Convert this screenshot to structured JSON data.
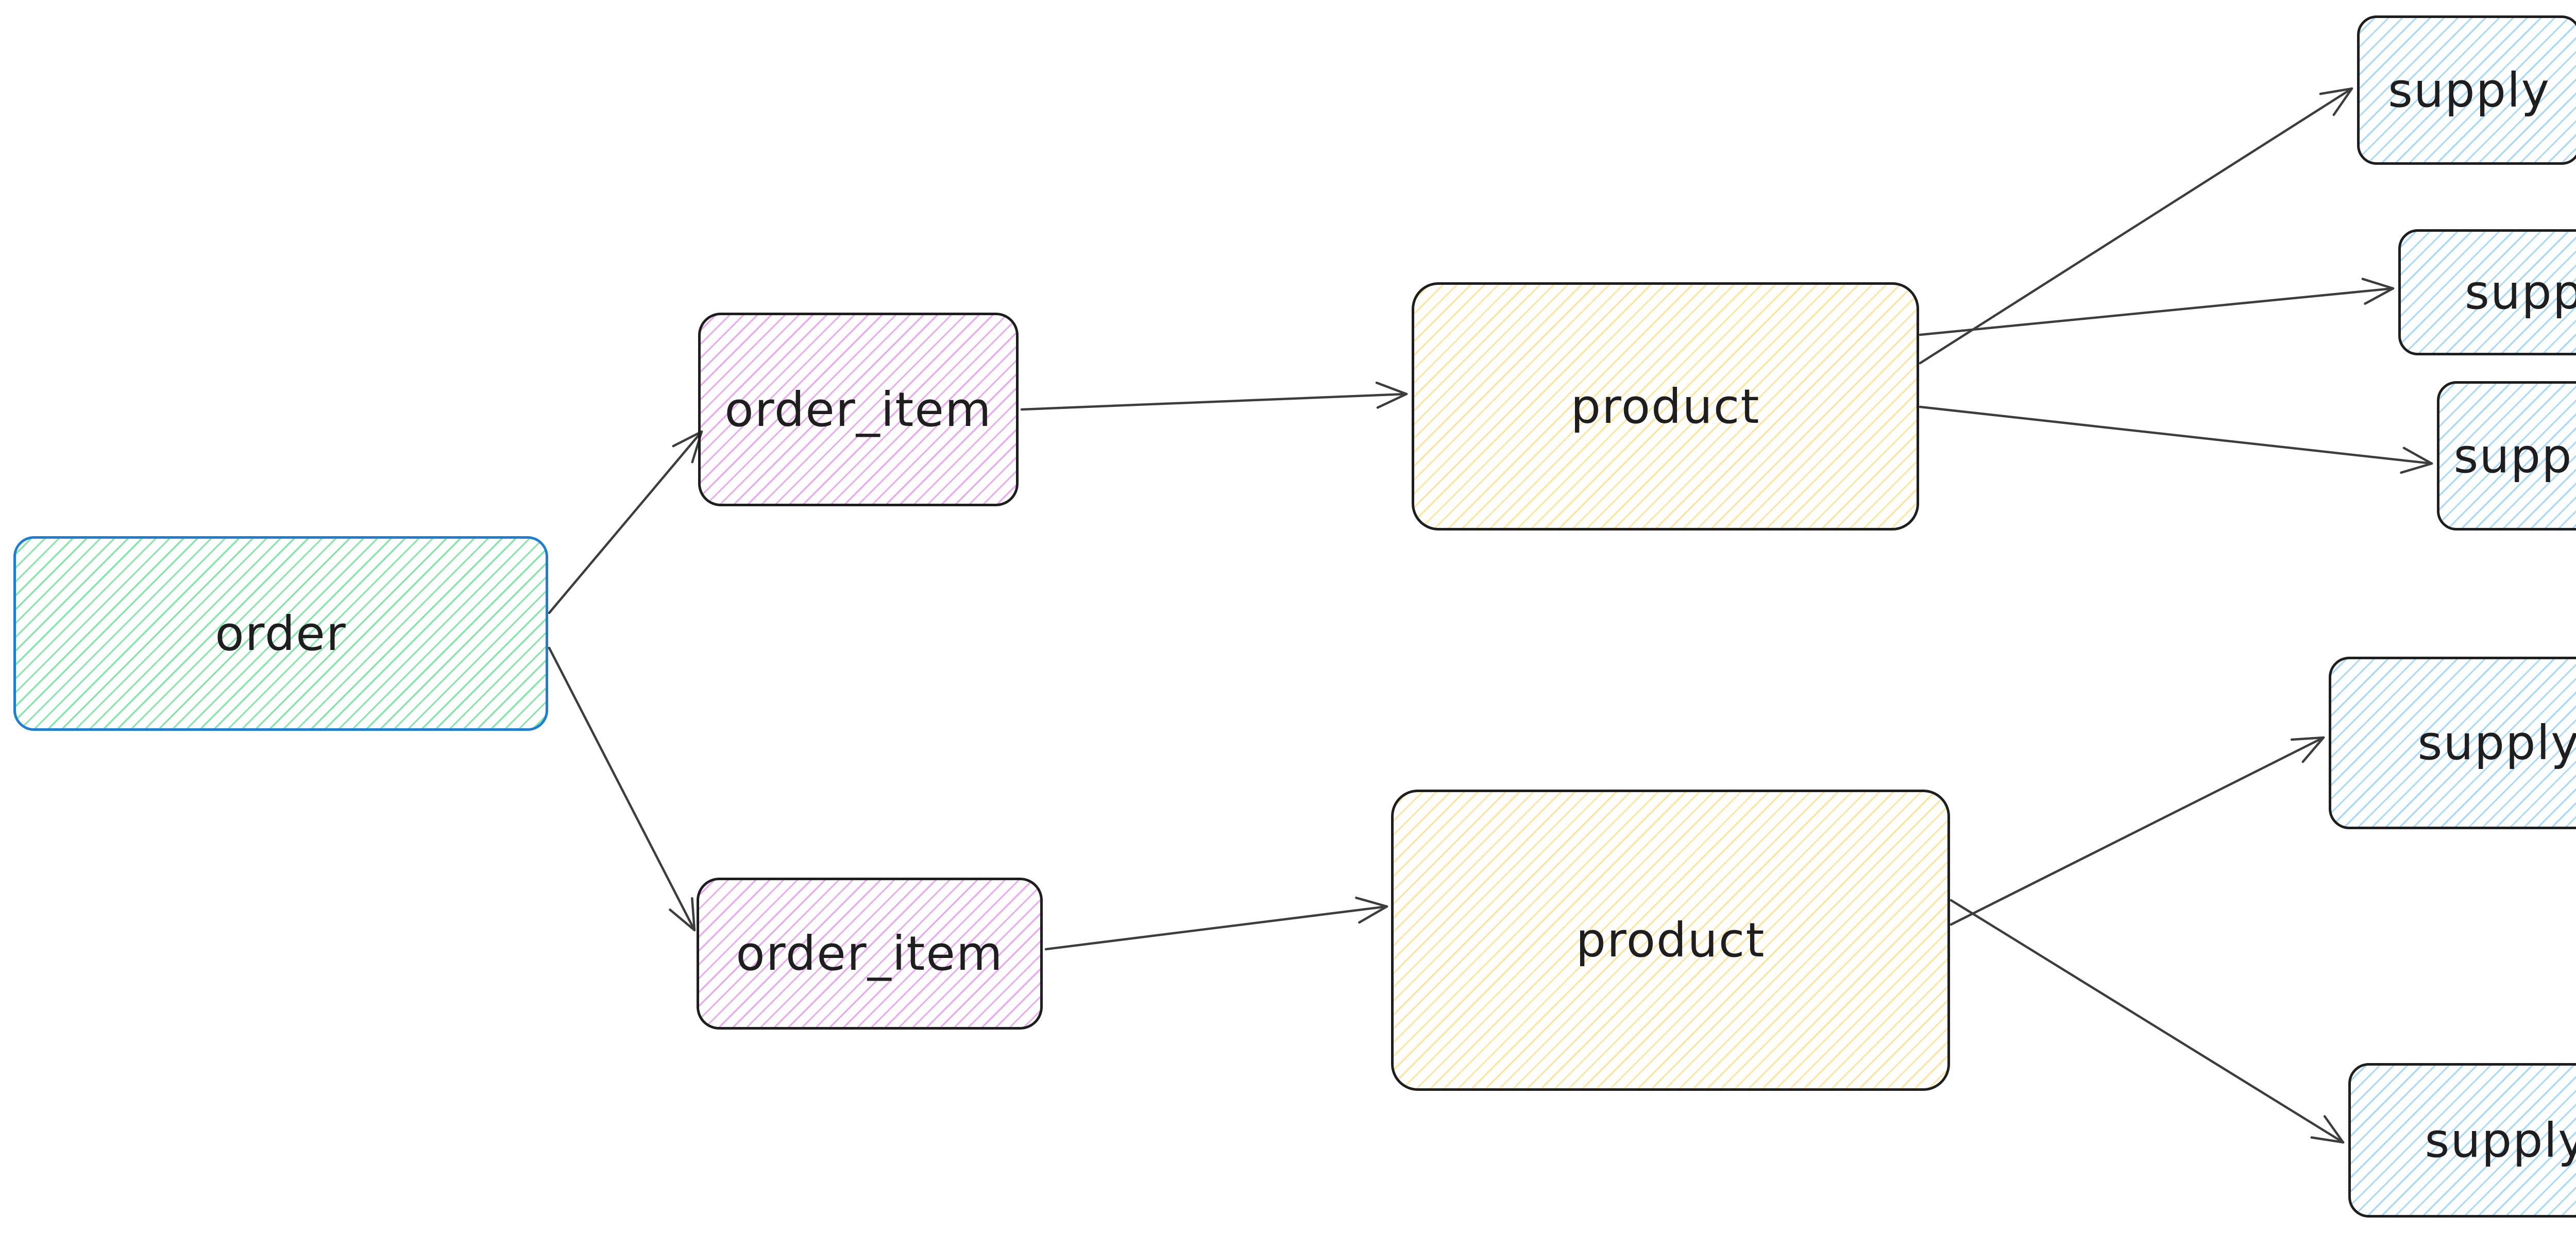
{
  "diagram": {
    "background": "#ffffff",
    "text_color": "#1e1e1e",
    "edge_color": "#3d3d3d",
    "style": "hand-drawn hachure (excalidraw-like)",
    "nodes": {
      "order": {
        "label": "order",
        "border_color": "#1c7ed6",
        "hatch_color": "#7ce8a2"
      },
      "order_item_top": {
        "label": "order_item",
        "border_color": "#1e1e1e",
        "hatch_color": "#eaa8f2"
      },
      "order_item_bottom": {
        "label": "order_item",
        "border_color": "#1e1e1e",
        "hatch_color": "#eaa8f2"
      },
      "product_top": {
        "label": "product",
        "border_color": "#1e1e1e",
        "hatch_color": "#ffe49c"
      },
      "product_bottom": {
        "label": "product",
        "border_color": "#1e1e1e",
        "hatch_color": "#ffe49c"
      },
      "supply_1": {
        "label": "supply",
        "border_color": "#1e1e1e",
        "hatch_color": "#a5d8ff"
      },
      "supply_2": {
        "label": "supply",
        "border_color": "#1e1e1e",
        "hatch_color": "#a5d8ff"
      },
      "supply_3": {
        "label": "supply",
        "border_color": "#1e1e1e",
        "hatch_color": "#a5d8ff"
      },
      "supply_4": {
        "label": "supply",
        "border_color": "#1e1e1e",
        "hatch_color": "#a5d8ff"
      },
      "supply_5": {
        "label": "supply",
        "border_color": "#1e1e1e",
        "hatch_color": "#a5d8ff"
      }
    },
    "edges": [
      {
        "from": "order",
        "to": "order_item_top"
      },
      {
        "from": "order",
        "to": "order_item_bottom"
      },
      {
        "from": "order_item_top",
        "to": "product_top"
      },
      {
        "from": "order_item_bottom",
        "to": "product_bottom"
      },
      {
        "from": "product_top",
        "to": "supply_1"
      },
      {
        "from": "product_top",
        "to": "supply_2"
      },
      {
        "from": "product_top",
        "to": "supply_3"
      },
      {
        "from": "product_bottom",
        "to": "supply_4"
      },
      {
        "from": "product_bottom",
        "to": "supply_5"
      }
    ],
    "arrowhead": "open-v"
  }
}
